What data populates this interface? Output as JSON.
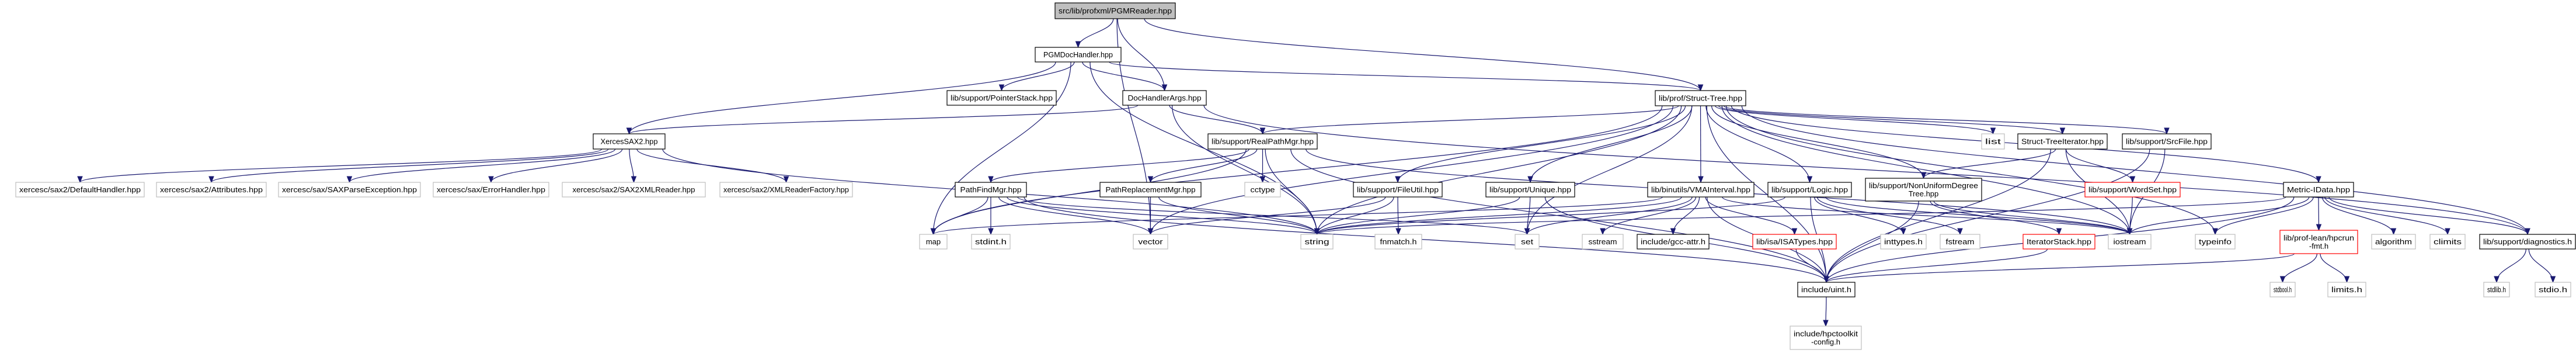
{
  "title": "Include dependency graph for src/lib/profxml/PGMReader.hpp",
  "colors": {
    "edge": "#191970",
    "root_fill": "#bfbfbf",
    "normal_border": "#000000",
    "external_border": "#bfbfbf",
    "incomplete_border": "#ff0000"
  },
  "nodes": [
    {
      "id": "root",
      "label": [
        "src/lib/profxml/PGMReader.hpp"
      ],
      "kind": "root"
    },
    {
      "id": "pgmdoc",
      "label": [
        "PGMDocHandler.hpp"
      ],
      "kind": "normal"
    },
    {
      "id": "ptrstack",
      "label": [
        "lib/support/PointerStack.hpp"
      ],
      "kind": "normal"
    },
    {
      "id": "docargs",
      "label": [
        "DocHandlerArgs.hpp"
      ],
      "kind": "normal"
    },
    {
      "id": "structtree",
      "label": [
        "lib/prof/Struct-Tree.hpp"
      ],
      "kind": "normal"
    },
    {
      "id": "xsax2",
      "label": [
        "XercesSAX2.hpp"
      ],
      "kind": "normal"
    },
    {
      "id": "realpath",
      "label": [
        "lib/support/RealPathMgr.hpp"
      ],
      "kind": "normal"
    },
    {
      "id": "list",
      "label": [
        "list"
      ],
      "kind": "external"
    },
    {
      "id": "stiter",
      "label": [
        "Struct-TreeIterator.hpp"
      ],
      "kind": "normal"
    },
    {
      "id": "srcfile",
      "label": [
        "lib/support/SrcFile.hpp"
      ],
      "kind": "normal"
    },
    {
      "id": "defh",
      "label": [
        "xercesc/sax2/DefaultHandler.hpp"
      ],
      "kind": "external"
    },
    {
      "id": "attrs",
      "label": [
        "xercesc/sax2/Attributes.hpp"
      ],
      "kind": "external"
    },
    {
      "id": "saxpe",
      "label": [
        "xercesc/sax/SAXParseException.hpp"
      ],
      "kind": "external"
    },
    {
      "id": "errh",
      "label": [
        "xercesc/sax/ErrorHandler.hpp"
      ],
      "kind": "external"
    },
    {
      "id": "sax2xr",
      "label": [
        "xercesc/sax2/SAX2XMLReader.hpp"
      ],
      "kind": "external"
    },
    {
      "id": "xrf",
      "label": [
        "xercesc/sax2/XMLReaderFactory.hpp"
      ],
      "kind": "external"
    },
    {
      "id": "pathfind",
      "label": [
        "PathFindMgr.hpp"
      ],
      "kind": "normal"
    },
    {
      "id": "pathrepl",
      "label": [
        "PathReplacementMgr.hpp"
      ],
      "kind": "normal"
    },
    {
      "id": "cctype",
      "label": [
        "cctype"
      ],
      "kind": "external"
    },
    {
      "id": "fileutil",
      "label": [
        "lib/support/FileUtil.hpp"
      ],
      "kind": "normal"
    },
    {
      "id": "unique",
      "label": [
        "lib/support/Unique.hpp"
      ],
      "kind": "normal"
    },
    {
      "id": "vma",
      "label": [
        "lib/binutils/VMAInterval.hpp"
      ],
      "kind": "normal"
    },
    {
      "id": "logic",
      "label": [
        "lib/support/Logic.hpp"
      ],
      "kind": "normal"
    },
    {
      "id": "nudt",
      "label": [
        "lib/support/NonUniformDegree",
        "Tree.hpp"
      ],
      "kind": "normal"
    },
    {
      "id": "wordset",
      "label": [
        "lib/support/WordSet.hpp"
      ],
      "kind": "incomplete"
    },
    {
      "id": "metric",
      "label": [
        "Metric-IData.hpp"
      ],
      "kind": "normal"
    },
    {
      "id": "map",
      "label": [
        "map"
      ],
      "kind": "external"
    },
    {
      "id": "stdint",
      "label": [
        "stdint.h"
      ],
      "kind": "external"
    },
    {
      "id": "vector",
      "label": [
        "vector"
      ],
      "kind": "external"
    },
    {
      "id": "string",
      "label": [
        "string"
      ],
      "kind": "external"
    },
    {
      "id": "fnmatch",
      "label": [
        "fnmatch.h"
      ],
      "kind": "external"
    },
    {
      "id": "set",
      "label": [
        "set"
      ],
      "kind": "external"
    },
    {
      "id": "sstream",
      "label": [
        "sstream"
      ],
      "kind": "external"
    },
    {
      "id": "gccattr",
      "label": [
        "include/gcc-attr.h"
      ],
      "kind": "normal"
    },
    {
      "id": "isatypes",
      "label": [
        "lib/isa/ISATypes.hpp"
      ],
      "kind": "incomplete"
    },
    {
      "id": "inttypes",
      "label": [
        "inttypes.h"
      ],
      "kind": "external"
    },
    {
      "id": "fstream",
      "label": [
        "fstream"
      ],
      "kind": "external"
    },
    {
      "id": "iterstack",
      "label": [
        "IteratorStack.hpp"
      ],
      "kind": "incomplete"
    },
    {
      "id": "iostream",
      "label": [
        "iostream"
      ],
      "kind": "external"
    },
    {
      "id": "typeinfo",
      "label": [
        "typeinfo"
      ],
      "kind": "external"
    },
    {
      "id": "hpcrun",
      "label": [
        "lib/prof-lean/hpcrun",
        "-fmt.h"
      ],
      "kind": "incomplete"
    },
    {
      "id": "algorithm",
      "label": [
        "algorithm"
      ],
      "kind": "external"
    },
    {
      "id": "climits",
      "label": [
        "climits"
      ],
      "kind": "external"
    },
    {
      "id": "diag",
      "label": [
        "lib/support/diagnostics.h"
      ],
      "kind": "normal"
    },
    {
      "id": "uint",
      "label": [
        "include/uint.h"
      ],
      "kind": "normal"
    },
    {
      "id": "stdbool",
      "label": [
        "stdbool.h"
      ],
      "kind": "external"
    },
    {
      "id": "limits",
      "label": [
        "limits.h"
      ],
      "kind": "external"
    },
    {
      "id": "stdlib",
      "label": [
        "stdlib.h"
      ],
      "kind": "external"
    },
    {
      "id": "stdio",
      "label": [
        "stdio.h"
      ],
      "kind": "external"
    },
    {
      "id": "hpcconfig",
      "label": [
        "include/hpctoolkit",
        "-config.h"
      ],
      "kind": "external"
    }
  ],
  "edges": [
    [
      "root",
      "pgmdoc"
    ],
    [
      "root",
      "docargs"
    ],
    [
      "root",
      "structtree"
    ],
    [
      "root",
      "vector"
    ],
    [
      "pgmdoc",
      "ptrstack"
    ],
    [
      "pgmdoc",
      "docargs"
    ],
    [
      "pgmdoc",
      "xsax2"
    ],
    [
      "pgmdoc",
      "map"
    ],
    [
      "pgmdoc",
      "string"
    ],
    [
      "pgmdoc",
      "structtree"
    ],
    [
      "docargs",
      "xsax2"
    ],
    [
      "docargs",
      "realpath"
    ],
    [
      "docargs",
      "string"
    ],
    [
      "docargs",
      "diag"
    ],
    [
      "xsax2",
      "defh"
    ],
    [
      "xsax2",
      "attrs"
    ],
    [
      "xsax2",
      "saxpe"
    ],
    [
      "xsax2",
      "errh"
    ],
    [
      "xsax2",
      "sax2xr"
    ],
    [
      "xsax2",
      "xrf"
    ],
    [
      "xsax2",
      "string"
    ],
    [
      "realpath",
      "pathfind"
    ],
    [
      "realpath",
      "pathrepl"
    ],
    [
      "realpath",
      "cctype"
    ],
    [
      "realpath",
      "string"
    ],
    [
      "realpath",
      "map"
    ],
    [
      "realpath",
      "uint"
    ],
    [
      "realpath",
      "iostream"
    ],
    [
      "pathfind",
      "map"
    ],
    [
      "pathfind",
      "stdint"
    ],
    [
      "pathfind",
      "vector"
    ],
    [
      "pathfind",
      "string"
    ],
    [
      "pathfind",
      "set"
    ],
    [
      "pathfind",
      "uint"
    ],
    [
      "pathrepl",
      "vector"
    ],
    [
      "pathrepl",
      "string"
    ],
    [
      "structtree",
      "realpath"
    ],
    [
      "structtree",
      "fileutil"
    ],
    [
      "structtree",
      "unique"
    ],
    [
      "structtree",
      "vma"
    ],
    [
      "structtree",
      "logic"
    ],
    [
      "structtree",
      "nudt"
    ],
    [
      "structtree",
      "list"
    ],
    [
      "structtree",
      "stiter"
    ],
    [
      "structtree",
      "srcfile"
    ],
    [
      "structtree",
      "metric"
    ],
    [
      "structtree",
      "diag"
    ],
    [
      "structtree",
      "typeinfo"
    ],
    [
      "structtree",
      "map"
    ],
    [
      "structtree",
      "string"
    ],
    [
      "structtree",
      "set"
    ],
    [
      "structtree",
      "iostream"
    ],
    [
      "structtree",
      "uint"
    ],
    [
      "structtree",
      "vector"
    ],
    [
      "fileutil",
      "string"
    ],
    [
      "fileutil",
      "fnmatch"
    ],
    [
      "fileutil",
      "vector"
    ],
    [
      "unique",
      "set"
    ],
    [
      "unique",
      "string"
    ],
    [
      "unique",
      "uint"
    ],
    [
      "vma",
      "set"
    ],
    [
      "vma",
      "string"
    ],
    [
      "vma",
      "sstream"
    ],
    [
      "vma",
      "gccattr"
    ],
    [
      "vma",
      "isatypes"
    ],
    [
      "vma",
      "uint"
    ],
    [
      "vma",
      "iostream"
    ],
    [
      "vma",
      "map"
    ],
    [
      "logic",
      "inttypes"
    ],
    [
      "logic",
      "fstream"
    ],
    [
      "logic",
      "iostream"
    ],
    [
      "logic",
      "uint"
    ],
    [
      "logic",
      "string"
    ],
    [
      "nudt",
      "iterstack"
    ],
    [
      "nudt",
      "iostream"
    ],
    [
      "nudt",
      "uint"
    ],
    [
      "stiter",
      "nudt"
    ],
    [
      "stiter",
      "wordset"
    ],
    [
      "stiter",
      "iostream"
    ],
    [
      "stiter",
      "uint"
    ],
    [
      "wordset",
      "iostream"
    ],
    [
      "srcfile",
      "iostream"
    ],
    [
      "srcfile",
      "uint"
    ],
    [
      "isatypes",
      "uint"
    ],
    [
      "iterstack",
      "uint"
    ],
    [
      "metric",
      "iostream"
    ],
    [
      "metric",
      "typeinfo"
    ],
    [
      "metric",
      "hpcrun"
    ],
    [
      "metric",
      "algorithm"
    ],
    [
      "metric",
      "climits"
    ],
    [
      "metric",
      "diag"
    ],
    [
      "metric",
      "uint"
    ],
    [
      "metric",
      "string"
    ],
    [
      "hpcrun",
      "stdbool"
    ],
    [
      "hpcrun",
      "limits"
    ],
    [
      "hpcrun",
      "uint"
    ],
    [
      "diag",
      "stdlib"
    ],
    [
      "diag",
      "stdio"
    ],
    [
      "uint",
      "hpcconfig"
    ]
  ]
}
